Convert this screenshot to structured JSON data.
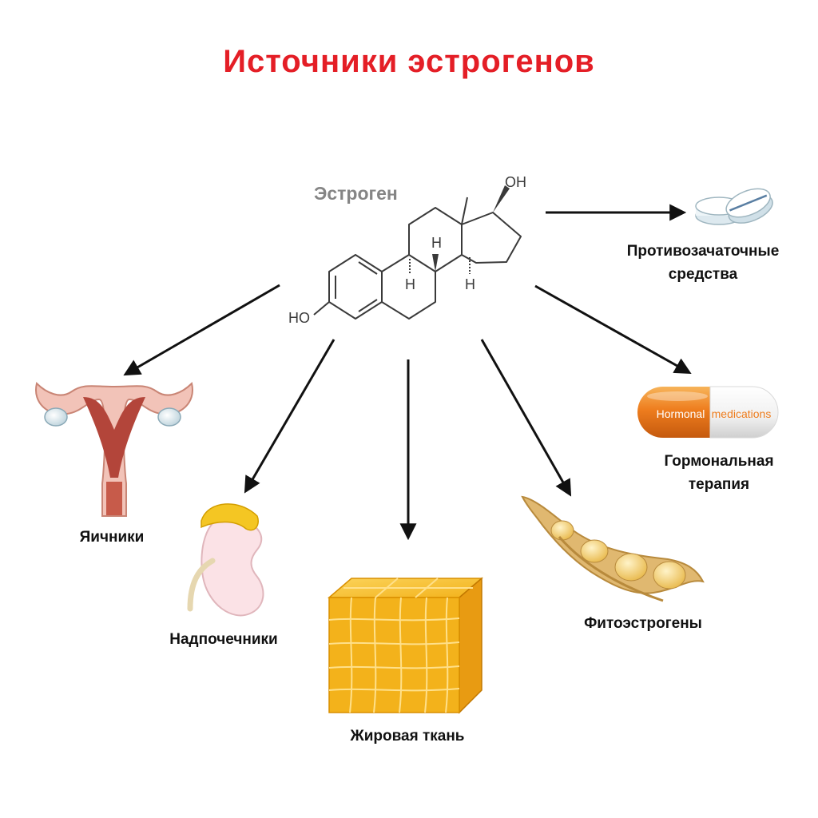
{
  "title": "Источники эстрогенов",
  "center": {
    "label": "Эстроген",
    "groups": {
      "hydroxyl_top": "OH",
      "hydroxyl_left": "HO",
      "hydrogen": "H"
    }
  },
  "sources": {
    "ovaries": "Яичники",
    "adrenals": "Надпочечники",
    "adipose": "Жировая ткань",
    "phyto": "Фитоэстрогены",
    "hormonal_line1": "Гормональная",
    "hormonal_line2": "терапия",
    "contraceptives_line1": "Противозачаточные",
    "contraceptives_line2": "средства"
  },
  "capsule": {
    "left_text": "Hormonal",
    "right_text": "medications"
  },
  "colors": {
    "title": "#e41e26",
    "arrow": "#111111",
    "molecule": "#3a3a3a",
    "label_gray": "#858585",
    "fat": "#f3b21b",
    "capsule_orange": "#ee7d1e",
    "uterus": "#e5a99a",
    "gland": "#f4c623",
    "soy": "#e0b870"
  }
}
